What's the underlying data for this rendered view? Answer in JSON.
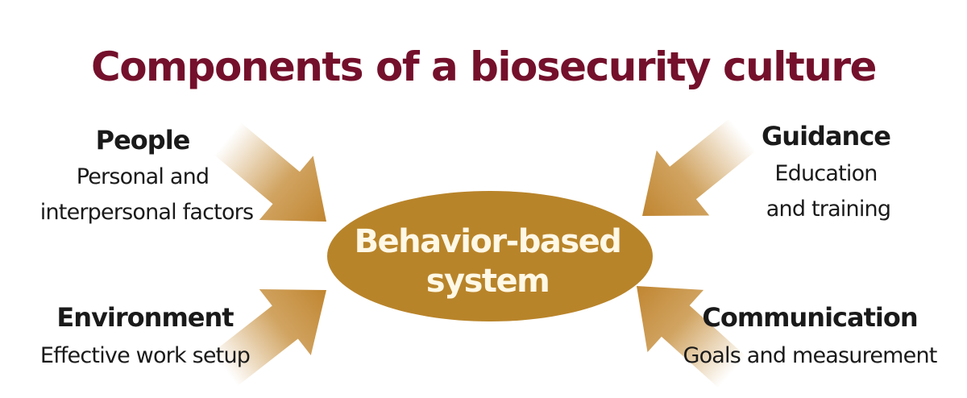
{
  "title": "Components of a biosecurity culture",
  "center": {
    "line1": "Behavior-based",
    "line2": "system"
  },
  "components": {
    "people": {
      "heading": "People",
      "line1": "Personal and",
      "line2": "interpersonal factors"
    },
    "guidance": {
      "heading": "Guidance",
      "line1": "Education",
      "line2": "and training"
    },
    "environment": {
      "heading": "Environment",
      "line1": "Effective work setup"
    },
    "communication": {
      "heading": "Communication",
      "line1": "Goals and measurement"
    }
  },
  "colors": {
    "title": "#74102b",
    "ellipse": "#b8842a",
    "arrow": "#c58d3a",
    "text": "#1a1a1a"
  }
}
